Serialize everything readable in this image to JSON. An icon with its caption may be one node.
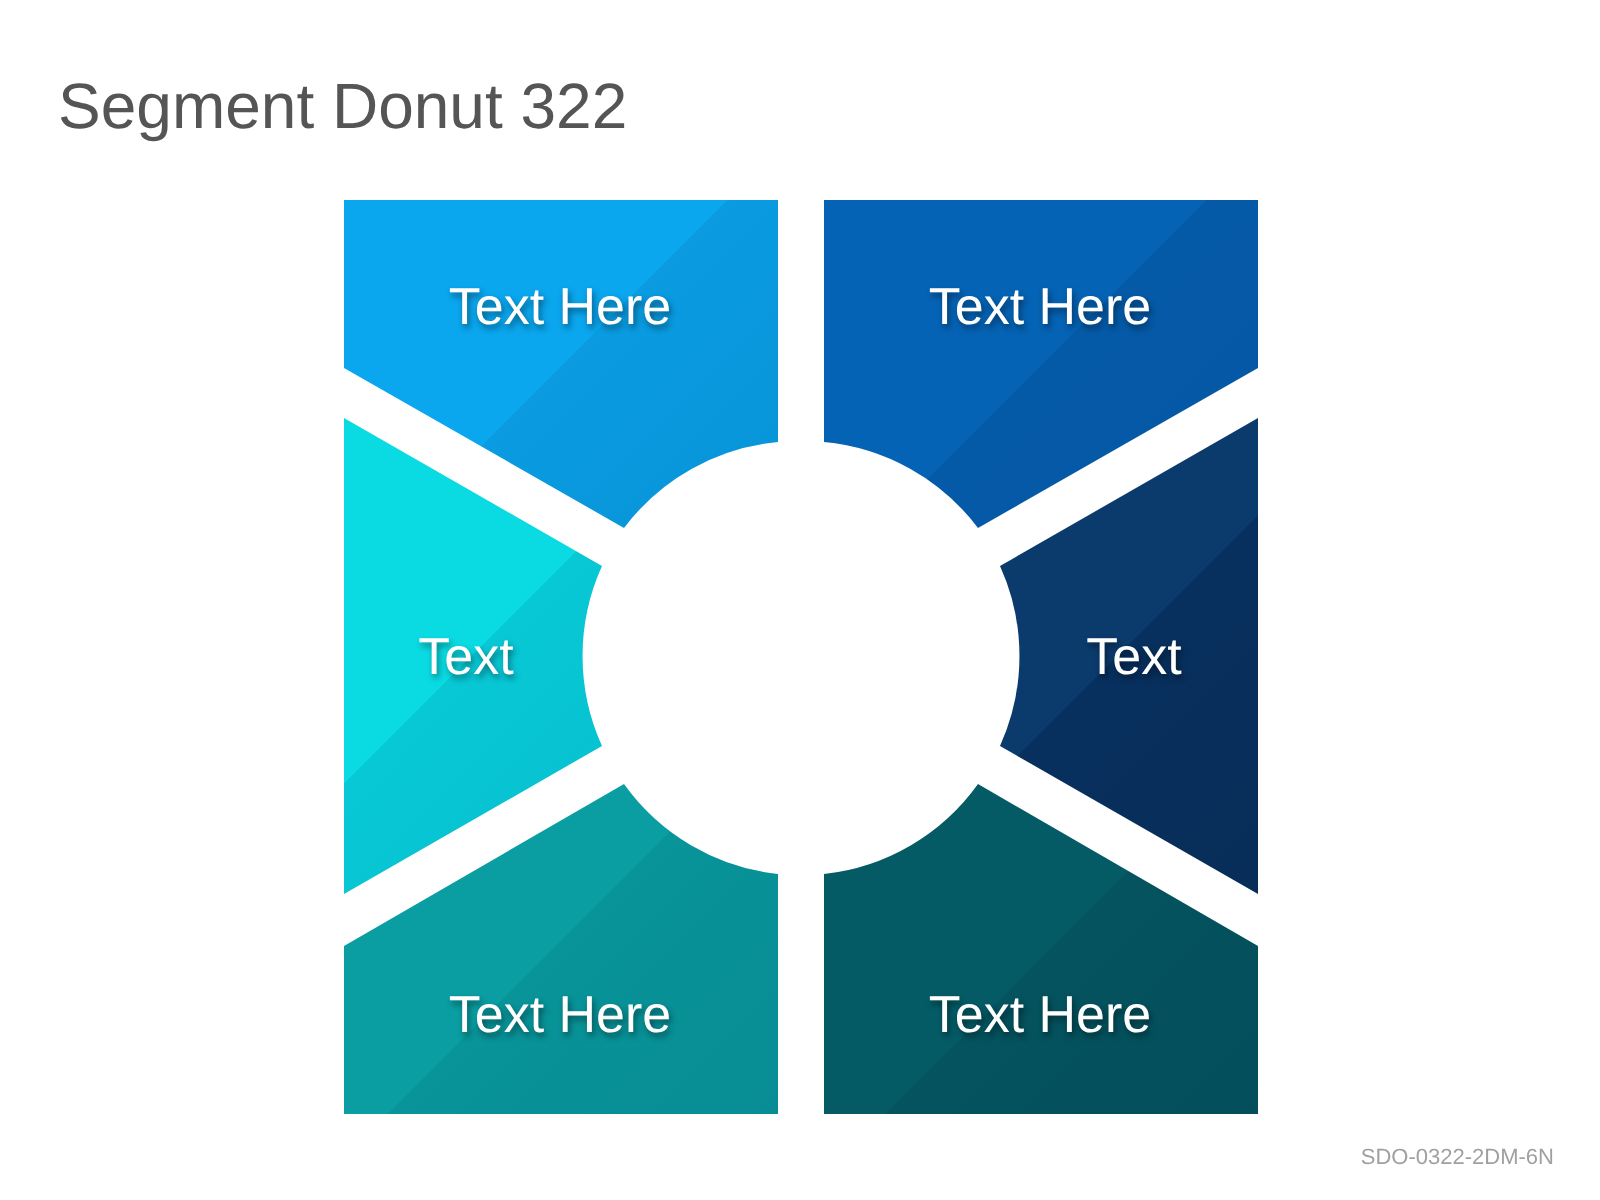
{
  "diagram": {
    "title": "Segment Donut 322",
    "nodes": [
      {
        "text": [
          "Text Here"
        ]
      },
      {
        "text": [
          "Text Here"
        ]
      },
      {
        "text": [
          "Text"
        ]
      },
      {
        "text": [
          "Text"
        ]
      },
      {
        "text": [
          "Text Here"
        ]
      },
      {
        "text": [
          "Text Here"
        ]
      }
    ],
    "labels": [
      "SDO-0322-2DM-6N"
    ]
  }
}
